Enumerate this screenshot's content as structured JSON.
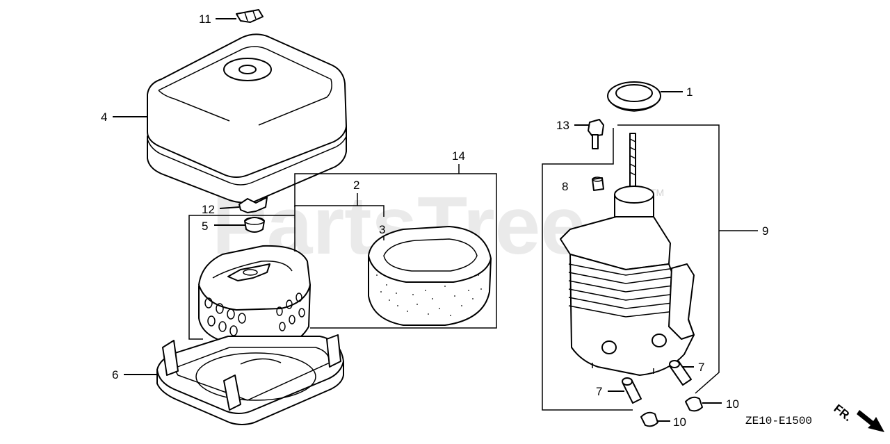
{
  "watermark": {
    "text": "PartsTree",
    "mark": "TM"
  },
  "diagram_code": "ZE10-E1500",
  "direction_label": "FR.",
  "callouts": {
    "c1": "1",
    "c2": "2",
    "c3": "3",
    "c4": "4",
    "c5": "5",
    "c6": "6",
    "c7a": "7",
    "c7b": "7",
    "c8": "8",
    "c9": "9",
    "c10a": "10",
    "c10b": "10",
    "c11": "11",
    "c12": "12",
    "c13": "13",
    "c14": "14"
  }
}
